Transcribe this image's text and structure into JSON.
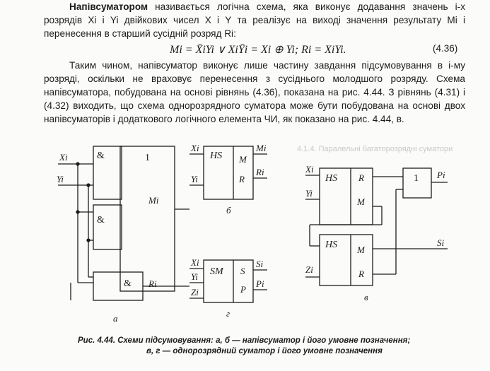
{
  "text": {
    "p1_lead": "Напівсуматором",
    "p1_rest": " називається логічна схема, яка виконує додавання значень i-х розрядів Xi і Yi двійкових чисел X і Y та реалізує на виході значення результату Mi і перенесення в старший сусідній розряд Ri:",
    "formula": "Mi = X̄iYi ∨ XiȲi = Xi ⊕ Yi;   Ri = XiYi.",
    "formula_number": "(4.36)",
    "p2": "Таким чином, напівсуматор виконує лише частину завдання підсумовування в i-му розряді, оскільки не враховує перенесення з сусіднього молодшого розряду. Схема напівсуматора, побудована на основі рівнянь (4.36), показана на рис. 4.44. З рівнянь (4.31) і (4.32) виходить, що схема однорозрядного суматора може бути побудована на основі двох напівсуматорів і додаткового логічного елемента ЧИ, як показано на рис. 4.44, в.",
    "caption_line1": "Рис. 4.44. Схеми підсумовування: а, б — напівсуматор і його умовне позначення;",
    "caption_line2": "в, г — однорозрядний суматор і його умовне позначення"
  },
  "figure": {
    "a": {
      "label": "а",
      "inputs": [
        "Xi",
        "Yi"
      ],
      "gates": [
        "&",
        "1",
        "&",
        "&"
      ],
      "outputs": [
        "Mi",
        "Ri"
      ]
    },
    "b": {
      "label": "б",
      "block": "HS",
      "inputs": [
        "Xi",
        "Yi"
      ],
      "ports": [
        "M",
        "R"
      ],
      "outputs": [
        "Mi",
        "Ri"
      ]
    },
    "v": {
      "label": "в",
      "hs_top": "HS",
      "hs_bottom": "HS",
      "or_gate": "1",
      "ports": [
        "R",
        "M",
        "M",
        "R"
      ],
      "inputs": [
        "Xi",
        "Yi",
        "Zi"
      ],
      "outputs": [
        "Pi",
        "Si"
      ]
    },
    "g": {
      "label": "г",
      "block": "SM",
      "inputs": [
        "Xi",
        "Yi",
        "Zi"
      ],
      "ports": [
        "S",
        "P"
      ],
      "outputs": [
        "Si",
        "Pi"
      ]
    }
  },
  "bleedthrough": [
    "4.1.4. Паралельні багаторозрядні суматори"
  ]
}
